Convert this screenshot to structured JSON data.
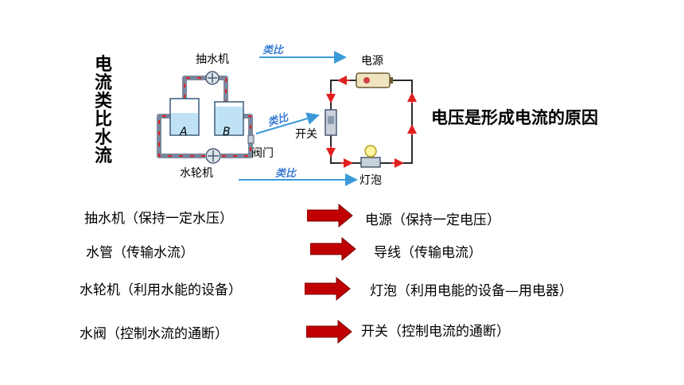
{
  "title_vertical": [
    "电",
    "流",
    "类",
    "比",
    "水",
    "流"
  ],
  "headline": "电压是形成电流的原因",
  "diagram": {
    "pump_label": "抽水机",
    "turbine_label": "水轮机",
    "valve_label": "阀门",
    "container_a": "A",
    "container_b": "B",
    "source_label": "电源",
    "switch_label": "开关",
    "bulb_label": "灯泡",
    "analogy_label": "类比"
  },
  "rows": [
    {
      "left": "抽水机（保持一定水压）",
      "right": "电源（保持一定电压）"
    },
    {
      "left": "水管（传输水流）",
      "right": "导线（传输电流）"
    },
    {
      "left": "水轮机（利用水能的设备）",
      "right": "灯泡（利用电能的设备—用电器）"
    },
    {
      "left": "水阀（控制水流的通断）",
      "right": "开关（控制电流的通断）"
    }
  ],
  "colors": {
    "arrow_fill": "#c00000",
    "analogy": "#3a7bd5",
    "flow": "#e02020",
    "pipe": "#6a7890"
  }
}
